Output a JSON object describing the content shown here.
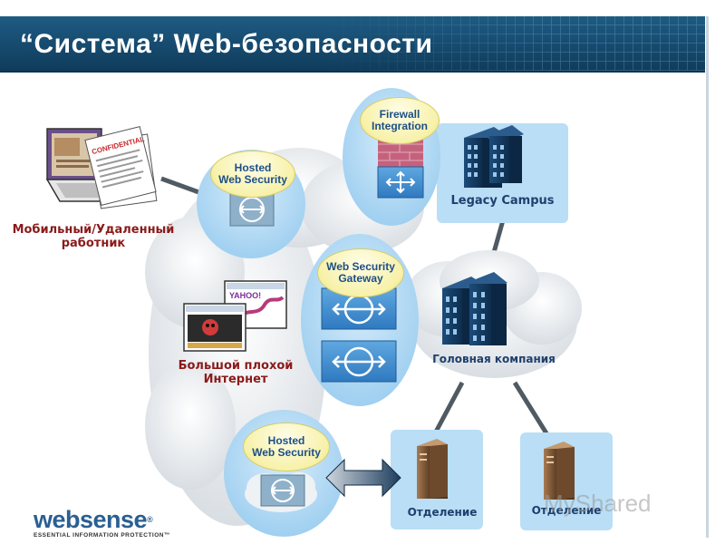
{
  "title": "“Система” Web-безопасности",
  "nodes": {
    "mobile_worker": "Мобильный/Удаленный работник",
    "internet": "Большой плохой Интернет",
    "legacy_campus": "Legacy Campus",
    "headquarters": "Головная компания",
    "branch_1": "Отделение",
    "branch_2": "Отделение"
  },
  "bubbles": {
    "hosted_top": [
      "Hosted",
      "Web Security"
    ],
    "firewall": [
      "Firewall",
      "Integration"
    ],
    "gateway": [
      "Web Security",
      "Gateway"
    ],
    "hosted_bottom": [
      "Hosted",
      "Web Security"
    ]
  },
  "document_stamp": "CONFIDENTIAL",
  "browser_logo": "YAHOO!",
  "logo": {
    "name": "websense",
    "tagline": "ESSENTIAL INFORMATION PROTECTION™"
  },
  "watermark": "MyShared",
  "colors": {
    "header": "#164a6e",
    "bubble": "#b9def6",
    "cloud": "#e9ecef",
    "label_red": "#8b1a1a",
    "label_navy": "#1f3f6d",
    "pill": "#f7f1a8"
  }
}
